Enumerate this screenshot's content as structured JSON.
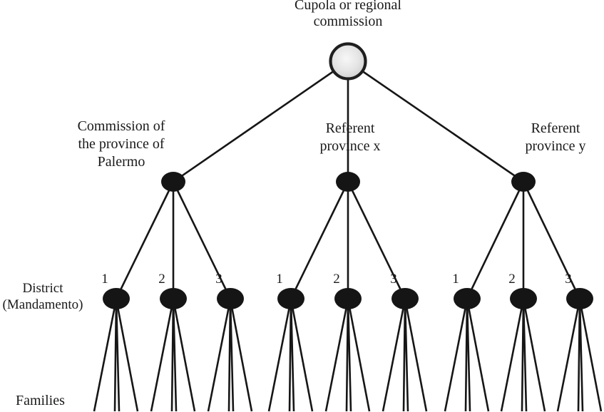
{
  "diagram": {
    "title_lines": [
      "Cupola or regional",
      "commission"
    ],
    "provinces": [
      {
        "label_lines": [
          "Commission of",
          "the province of",
          "Palermo"
        ],
        "districts": [
          "1",
          "2",
          "3"
        ]
      },
      {
        "label_lines": [
          "Referent",
          "province x"
        ],
        "districts": [
          "1",
          "2",
          "3"
        ]
      },
      {
        "label_lines": [
          "Referent",
          "province y"
        ],
        "districts": [
          "1",
          "2",
          "3"
        ]
      }
    ],
    "side_labels": {
      "district_lines": [
        "District",
        "(Mandamento)"
      ],
      "families": "Families"
    },
    "colors": {
      "background": "#ffffff",
      "line_ink": "#161616",
      "node_fill": "#151515",
      "cupola_stroke": "#1f1f1f",
      "cupola_fill_center": "#f6f6f6",
      "cupola_fill_edge": "#c9c9c9"
    }
  }
}
